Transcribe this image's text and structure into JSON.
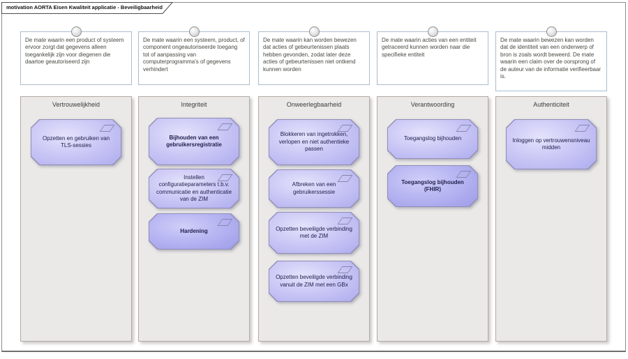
{
  "title": "motivation AORTA Eisen Kwaliteit applicatie - Beveiligbaarheid",
  "notes": [
    {
      "text": "De mate waarin een product of systeem ervoor zorgt dat gegevens alleen toegankelijk zijn voor diegenen die daartoe geautoriseerd zijn"
    },
    {
      "text": "De mate waarin een systeem, product, of component ongeautoriseerde toegang tot of aanpassing van computerprogramma's of gegevens verhindert"
    },
    {
      "text": "De mate waarin kan worden bewezen dat acties of gebeurtenissen plaats hebben gevonden, zodat later deze acties of gebeurtenissen niet ontkend kunnen worden"
    },
    {
      "text": "De mate waarin acties van een entiteit getraceerd kunnen worden naar die specifieke entiteit"
    },
    {
      "text": "De mate waarin bewezen kan worden dat de identiteit van een onderwerp of bron is zoals wordt beweerd. De mate waarin een claim over de oorsprong of de auteur van de informatie verifieerbaar is."
    }
  ],
  "columns": [
    {
      "header": "Vertrouwelijkheid",
      "elements": [
        {
          "label": "Opzetten en gebruiken van TLS-sessies"
        }
      ]
    },
    {
      "header": "Integriteit",
      "elements": [
        {
          "label": "Bijhouden van een gebruikersregistratie"
        },
        {
          "label": "Instellen configuratieparameters t.b.v. communicatie en authenticatie van de ZIM"
        },
        {
          "label": "Hardening"
        }
      ]
    },
    {
      "header": "Onweerlegbaarheid",
      "elements": [
        {
          "label": "Blokkeren van ingetrokken, verlopen en niet authentieke passen"
        },
        {
          "label": "Afbreken van een gebruikerssessie"
        },
        {
          "label": "Opzetten beveiligde verbinding met de ZIM"
        },
        {
          "label": "Opzetten beveiligde verbinding vanuit de ZIM met een GBx"
        }
      ]
    },
    {
      "header": "Verantwoording",
      "elements": [
        {
          "label": "Toegangslog bijhouden"
        },
        {
          "label": "Toegangslog bijhouden (FHIR)"
        }
      ]
    },
    {
      "header": "Authenticiteit",
      "elements": [
        {
          "label": "Inloggen op vertrouwensniveau midden"
        }
      ]
    }
  ],
  "colors": {
    "element_fill": "#ccc9f6",
    "element_fill_dark": "#b8b6f2",
    "element_border": "#908eb8",
    "group_background": "#eae9e7",
    "note_border": "#a9bccd",
    "frame_border": "#8c8c8c"
  }
}
